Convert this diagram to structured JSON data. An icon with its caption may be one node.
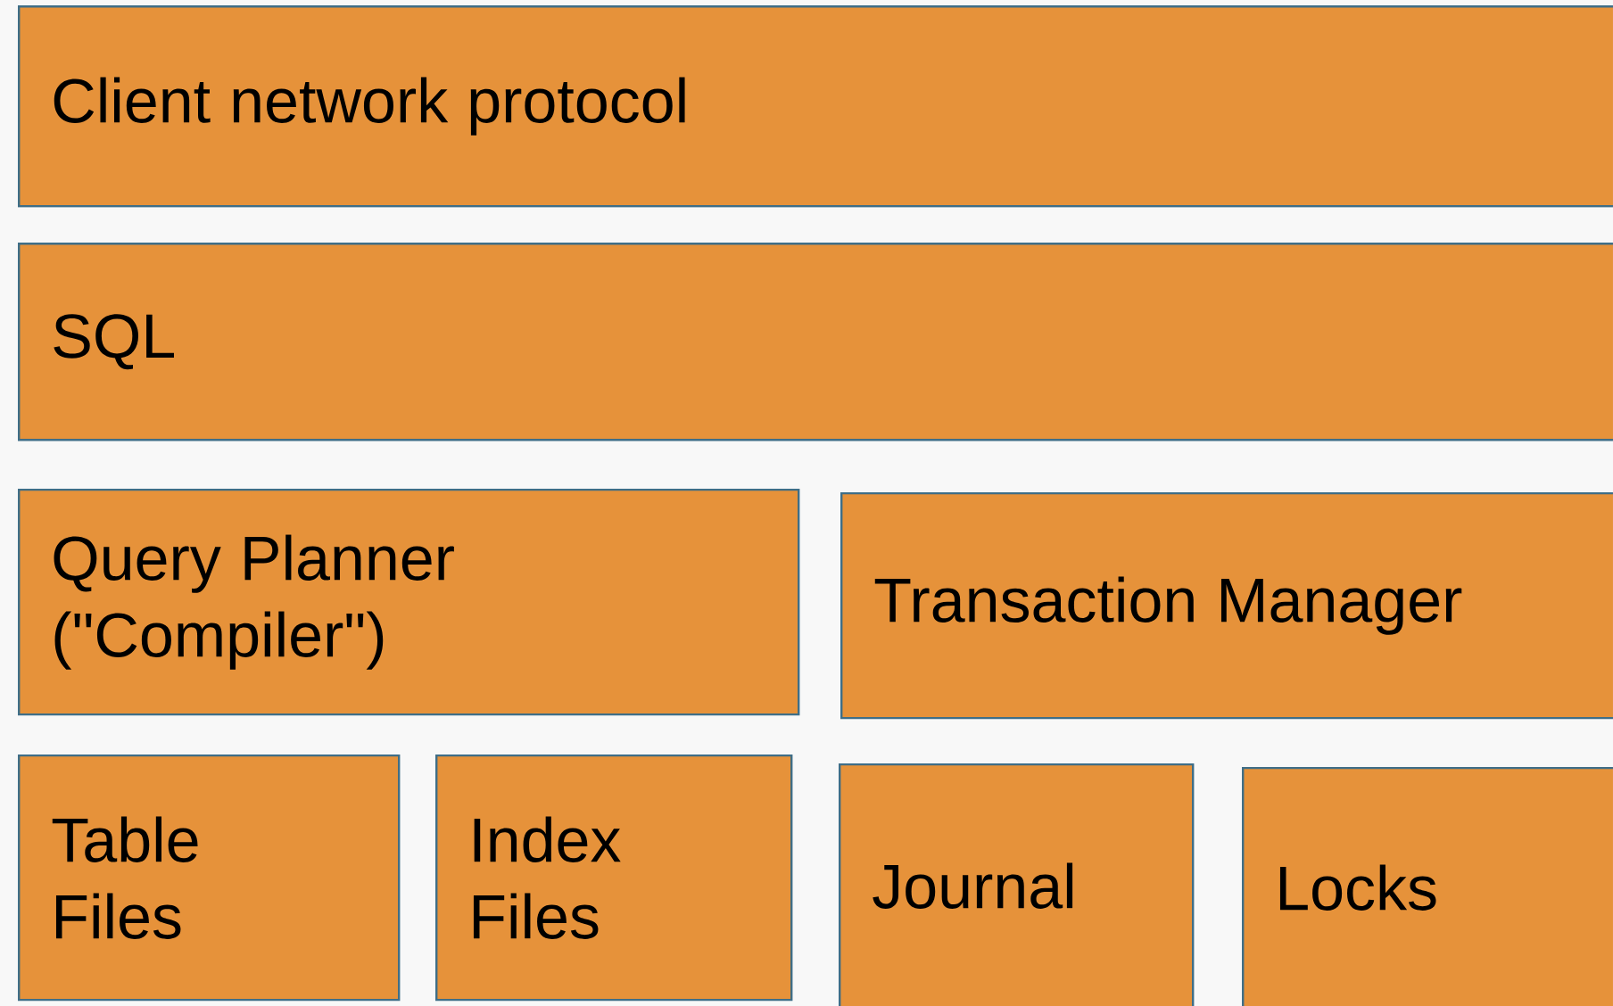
{
  "diagram": {
    "nodes": [
      {
        "text": [
          "Client network protocol"
        ]
      },
      {
        "text": [
          "SQL"
        ]
      },
      {
        "text": [
          "Query Planner (\"Compiler\")"
        ]
      },
      {
        "text": [
          "Transaction Manager"
        ]
      },
      {
        "text": [
          "Table Files"
        ]
      },
      {
        "text": [
          "Index Files"
        ]
      },
      {
        "text": [
          "Journal"
        ]
      },
      {
        "text": [
          "Locks"
        ]
      }
    ]
  }
}
